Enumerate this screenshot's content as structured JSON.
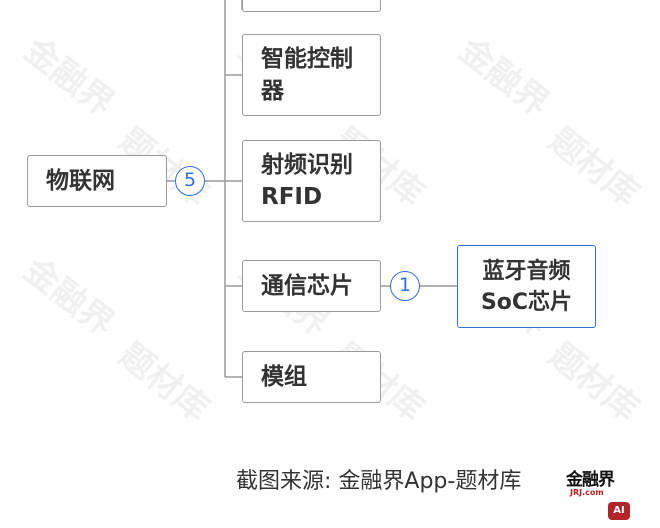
{
  "diagram": {
    "root": {
      "label": "物联网",
      "count": "5"
    },
    "children": [
      {
        "label": ""
      },
      {
        "label": "智能控制器"
      },
      {
        "label": "射频识别RFID"
      },
      {
        "label": "通信芯片",
        "count": "1",
        "child": {
          "label": "蓝牙音频SoC芯片"
        }
      },
      {
        "label": "模组"
      }
    ],
    "colors": {
      "accent": "#2f6fd6",
      "border": "#9a9a9a",
      "text": "#333333"
    }
  },
  "watermarks": [
    "金融界",
    "题材库"
  ],
  "footer": {
    "source": "截图来源: 金融界App-题材库"
  },
  "logo": {
    "name": "金融界",
    "sub": "JRJ.com",
    "badge": "AI"
  }
}
